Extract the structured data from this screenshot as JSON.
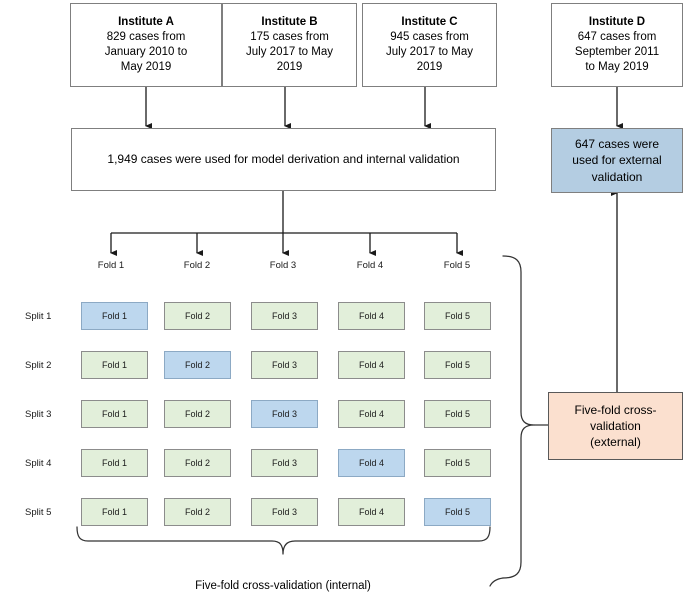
{
  "diagram": {
    "title": "Study flow diagram: model derivation, internal and external validation",
    "colors": {
      "blue_fill": "#bdd7ee",
      "external_blue_fill": "#b4cde2",
      "green_fill": "#e2efda",
      "orange_fill": "#fbe0cf",
      "box_border": "#7f7f7f",
      "line": "#1a1a1a"
    }
  },
  "institutes": [
    {
      "id": "institute-a",
      "title": "Institute A",
      "lines": [
        "829 cases from",
        "January 2010 to",
        "May 2019"
      ],
      "cases": 829,
      "period": "January 2010 to May 2019"
    },
    {
      "id": "institute-b",
      "title": "Institute B",
      "lines": [
        "175 cases from",
        "July 2017 to May",
        "2019"
      ],
      "cases": 175,
      "period": "July 2017 to May 2019"
    },
    {
      "id": "institute-c",
      "title": "Institute C",
      "lines": [
        "945 cases from",
        "July 2017 to May",
        "2019"
      ],
      "cases": 945,
      "period": "July 2017 to May 2019"
    },
    {
      "id": "institute-d",
      "title": "Institute D",
      "lines": [
        "647 cases from",
        "September 2011",
        "to May 2019"
      ],
      "cases": 647,
      "period": "September 2011 to May 2019"
    }
  ],
  "derivation": {
    "text": "1,949 cases were used for model derivation and internal validation",
    "cases": 1949
  },
  "external_validation": {
    "lines": [
      "647 cases were",
      "used for external",
      "validation"
    ],
    "cases": 647
  },
  "cv_external": {
    "lines": [
      "Five-fold cross-",
      "validation",
      "(external)"
    ]
  },
  "cv_internal": {
    "label": "Five-fold cross-validation (internal)"
  },
  "fold_headers": [
    "Fold 1",
    "Fold 2",
    "Fold 3",
    "Fold 4",
    "Fold 5"
  ],
  "split_labels": [
    "Split 1",
    "Split 2",
    "Split 3",
    "Split 4",
    "Split 5"
  ],
  "grid": {
    "rows": [
      {
        "split": "Split 1",
        "cells": [
          {
            "label": "Fold 1",
            "state": "blue"
          },
          {
            "label": "Fold 2",
            "state": "green"
          },
          {
            "label": "Fold 3",
            "state": "green"
          },
          {
            "label": "Fold 4",
            "state": "green"
          },
          {
            "label": "Fold 5",
            "state": "green"
          }
        ]
      },
      {
        "split": "Split 2",
        "cells": [
          {
            "label": "Fold 1",
            "state": "green"
          },
          {
            "label": "Fold 2",
            "state": "blue"
          },
          {
            "label": "Fold 3",
            "state": "green"
          },
          {
            "label": "Fold 4",
            "state": "green"
          },
          {
            "label": "Fold 5",
            "state": "green"
          }
        ]
      },
      {
        "split": "Split 3",
        "cells": [
          {
            "label": "Fold 1",
            "state": "green"
          },
          {
            "label": "Fold 2",
            "state": "green"
          },
          {
            "label": "Fold 3",
            "state": "blue"
          },
          {
            "label": "Fold 4",
            "state": "green"
          },
          {
            "label": "Fold 5",
            "state": "green"
          }
        ]
      },
      {
        "split": "Split 4",
        "cells": [
          {
            "label": "Fold 1",
            "state": "green"
          },
          {
            "label": "Fold 2",
            "state": "green"
          },
          {
            "label": "Fold 3",
            "state": "green"
          },
          {
            "label": "Fold 4",
            "state": "blue"
          },
          {
            "label": "Fold 5",
            "state": "green"
          }
        ]
      },
      {
        "split": "Split 5",
        "cells": [
          {
            "label": "Fold 1",
            "state": "green"
          },
          {
            "label": "Fold 2",
            "state": "green"
          },
          {
            "label": "Fold 3",
            "state": "green"
          },
          {
            "label": "Fold 4",
            "state": "green"
          },
          {
            "label": "Fold 5",
            "state": "blue"
          }
        ]
      }
    ]
  }
}
